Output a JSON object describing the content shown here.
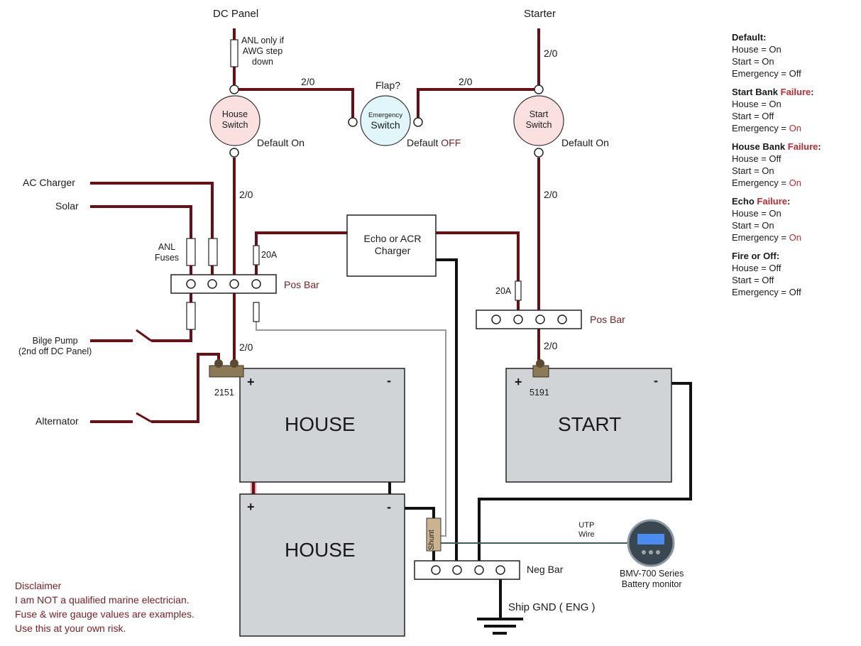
{
  "diagram": {
    "title": "Dual battery bank marine wiring diagram",
    "colors": {
      "positive_wire": "#6b0f14",
      "negative_wire": "#111111",
      "failure_text": "#c0282d",
      "label_red": "#7a1e22",
      "battery_fill": "#d0d4d6"
    },
    "top": {
      "dc_panel": "DC Panel",
      "anl_note": [
        "ANL only if",
        "AWG step",
        "down"
      ],
      "starter": "Starter",
      "flap": "Flap?",
      "gauge_2_0": "2/0"
    },
    "switches": {
      "house": {
        "line1": "House",
        "line2": "Switch",
        "default_prefix": "Default ",
        "default_value": "On"
      },
      "emergency": {
        "line1": "Emergency",
        "line2": "Switch",
        "default_prefix": "Default ",
        "default_value": "OFF"
      },
      "start": {
        "line1": "Start",
        "line2": "Switch",
        "default_prefix": "Default ",
        "default_value": "On"
      }
    },
    "left_inputs": {
      "ac_charger": "AC Charger",
      "solar": "Solar",
      "anl_fuses": [
        "ANL",
        "Fuses"
      ],
      "bilge_pump": [
        "Bilge Pump",
        "(2nd off DC Panel)"
      ],
      "alternator": "Alternator"
    },
    "fuse_20a": "20A",
    "pos_bar": "Pos Bar",
    "neg_bar": "Neg Bar",
    "echo_box": [
      "Echo or ACR",
      "Charger"
    ],
    "terminals": {
      "house": "2151",
      "start": "5191"
    },
    "batteries": {
      "house_top": {
        "label": "HOUSE",
        "pos": "+",
        "neg": "-"
      },
      "house_bottom": {
        "label": "HOUSE",
        "pos": "+",
        "neg": "-"
      },
      "start": {
        "label": "START",
        "pos": "+",
        "neg": "-"
      }
    },
    "shunt": "Shunt",
    "utp": [
      "UTP",
      "Wire"
    ],
    "monitor": [
      "BMV-700 Series",
      "Battery monitor"
    ],
    "ground": "Ship GND ( ENG )"
  },
  "legend": [
    {
      "title": "Default",
      "failure": "",
      "suffix": ":",
      "rows": [
        [
          "House = ",
          "On",
          false
        ],
        [
          "Start = ",
          "On",
          false
        ],
        [
          "Emergency = ",
          "Off",
          false
        ]
      ]
    },
    {
      "title": "Start Bank ",
      "failure": "Failure",
      "suffix": ":",
      "rows": [
        [
          "House = ",
          "On",
          false
        ],
        [
          "Start = ",
          "Off",
          false
        ],
        [
          "Emergency = ",
          "On",
          true
        ]
      ]
    },
    {
      "title": "House Bank ",
      "failure": "Failure",
      "suffix": ":",
      "rows": [
        [
          "House = ",
          "Off",
          false
        ],
        [
          "Start = ",
          "On",
          false
        ],
        [
          "Emergency = ",
          "On",
          true
        ]
      ]
    },
    {
      "title": "Echo ",
      "failure": "Failure",
      "suffix": ":",
      "rows": [
        [
          "House = ",
          "On",
          false
        ],
        [
          "Start = ",
          "On",
          false
        ],
        [
          "Emergency = ",
          "On",
          true
        ]
      ]
    },
    {
      "title": "Fire or Off",
      "failure": "",
      "suffix": ":",
      "rows": [
        [
          "House = ",
          "Off",
          false
        ],
        [
          "Start = ",
          "Off",
          false
        ],
        [
          "Emergency = ",
          "Off",
          false
        ]
      ]
    }
  ],
  "disclaimer": [
    "Disclaimer",
    "I am NOT a qualified marine electrician.",
    "Fuse & wire gauge values are examples.",
    "Use this at your own risk."
  ]
}
